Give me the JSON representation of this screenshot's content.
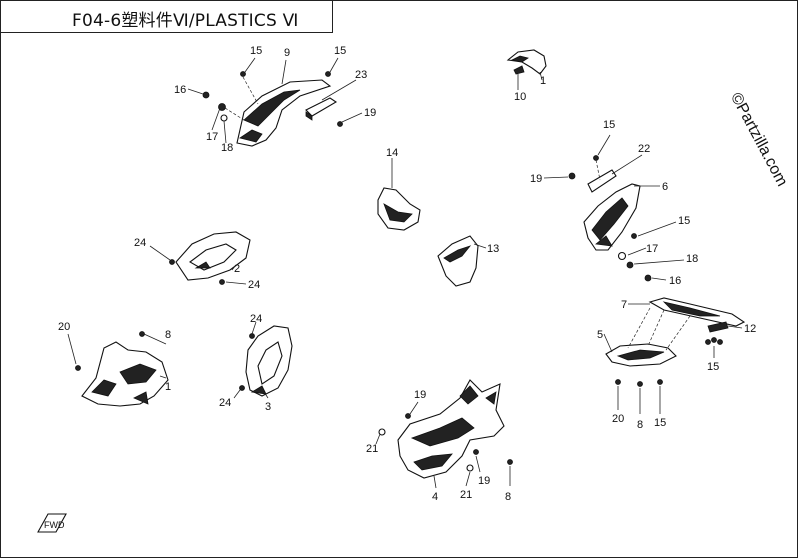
{
  "title": "F04-6塑料件Ⅵ/PLASTICS Ⅵ",
  "watermark": "©Partzilla.com",
  "callouts": {
    "c1": "15",
    "c2": "9",
    "c3": "15",
    "c4": "23",
    "c5": "16",
    "c6": "19",
    "c7": "17",
    "c8": "18",
    "c9": "10",
    "c10": "1",
    "c11": "15",
    "c12": "22",
    "c13": "19",
    "c14": "6",
    "c15": "14",
    "c16": "15",
    "c17": "17",
    "c18": "18",
    "c19": "16",
    "c20": "24",
    "c21": "2",
    "c22": "24",
    "c23": "13",
    "c24": "20",
    "c25": "8",
    "c26": "1",
    "c27": "24",
    "c28": "24",
    "c29": "3",
    "c30": "7",
    "c31": "5",
    "c32": "12",
    "c33": "15",
    "c34": "20",
    "c35": "8",
    "c36": "15",
    "c37": "19",
    "c38": "21",
    "c39": "21",
    "c40": "19",
    "c41": "4",
    "c42": "8"
  },
  "fwd_logo": "FWD"
}
